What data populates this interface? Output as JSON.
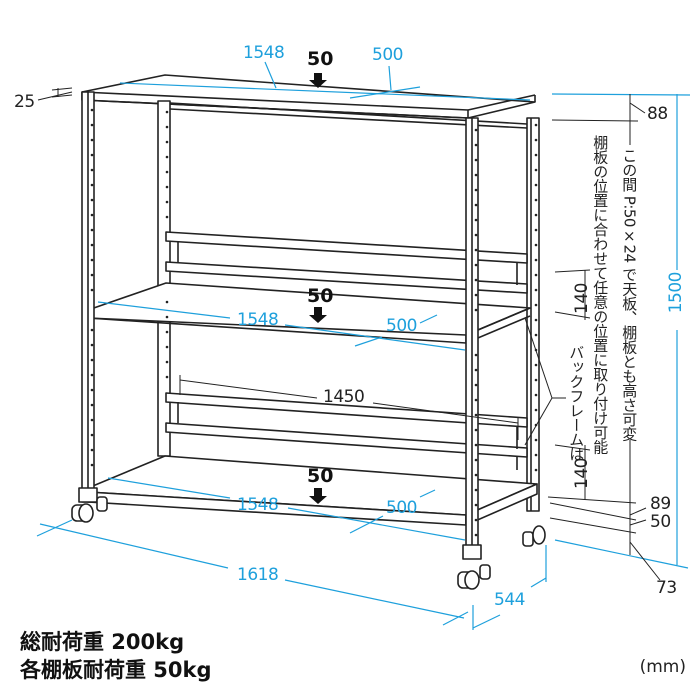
{
  "diagram": {
    "colors": {
      "dimension_line": "#1ea0dc",
      "outline": "#222222",
      "background": "#ffffff"
    },
    "top_shelf": {
      "width_label": "1548",
      "depth_label": "500",
      "load_label": "50",
      "thickness_label": "25"
    },
    "middle_shelf": {
      "width_label": "1548",
      "depth_label": "500",
      "load_label": "50"
    },
    "bottom_shelf": {
      "width_label": "1548",
      "depth_label": "500",
      "load_label": "50"
    },
    "back_frame": {
      "width_label": "1450",
      "upper_height_label": "140",
      "lower_height_label": "140",
      "note_line1": "バックフレームは",
      "note_line2": "棚板の位置に合わせて任意の位置に取り付け可能",
      "note_line3": "この間 P:50×24 で天板、棚板とも高さ可変"
    },
    "overall": {
      "width_label": "1618",
      "depth_label": "544",
      "height_label": "1500",
      "top_offset_label": "88",
      "bottom_gap_label_1": "89",
      "bottom_gap_label_2": "50",
      "caster_height_label": "73"
    }
  },
  "specs": {
    "total_load": "総耐荷重 200kg",
    "shelf_load": "各棚板耐荷重 50kg",
    "unit": "(mm)"
  }
}
